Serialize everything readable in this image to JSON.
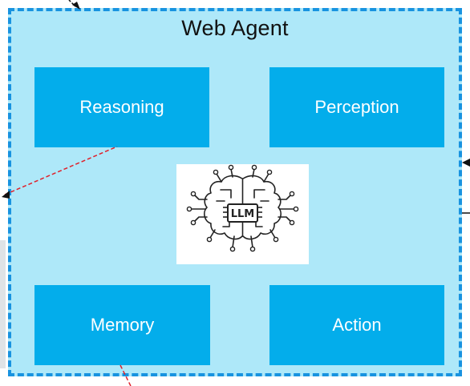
{
  "diagram": {
    "title": "Web Agent",
    "modules": {
      "reasoning": "Reasoning",
      "perception": "Perception",
      "memory": "Memory",
      "action": "Action"
    },
    "llm_label": "LLM"
  },
  "colors": {
    "panel_fill": "#aee8f9",
    "panel_border": "#1893e0",
    "module_fill": "#03adeb",
    "module_text": "#ffffff",
    "red_connector": "#e0202a"
  }
}
